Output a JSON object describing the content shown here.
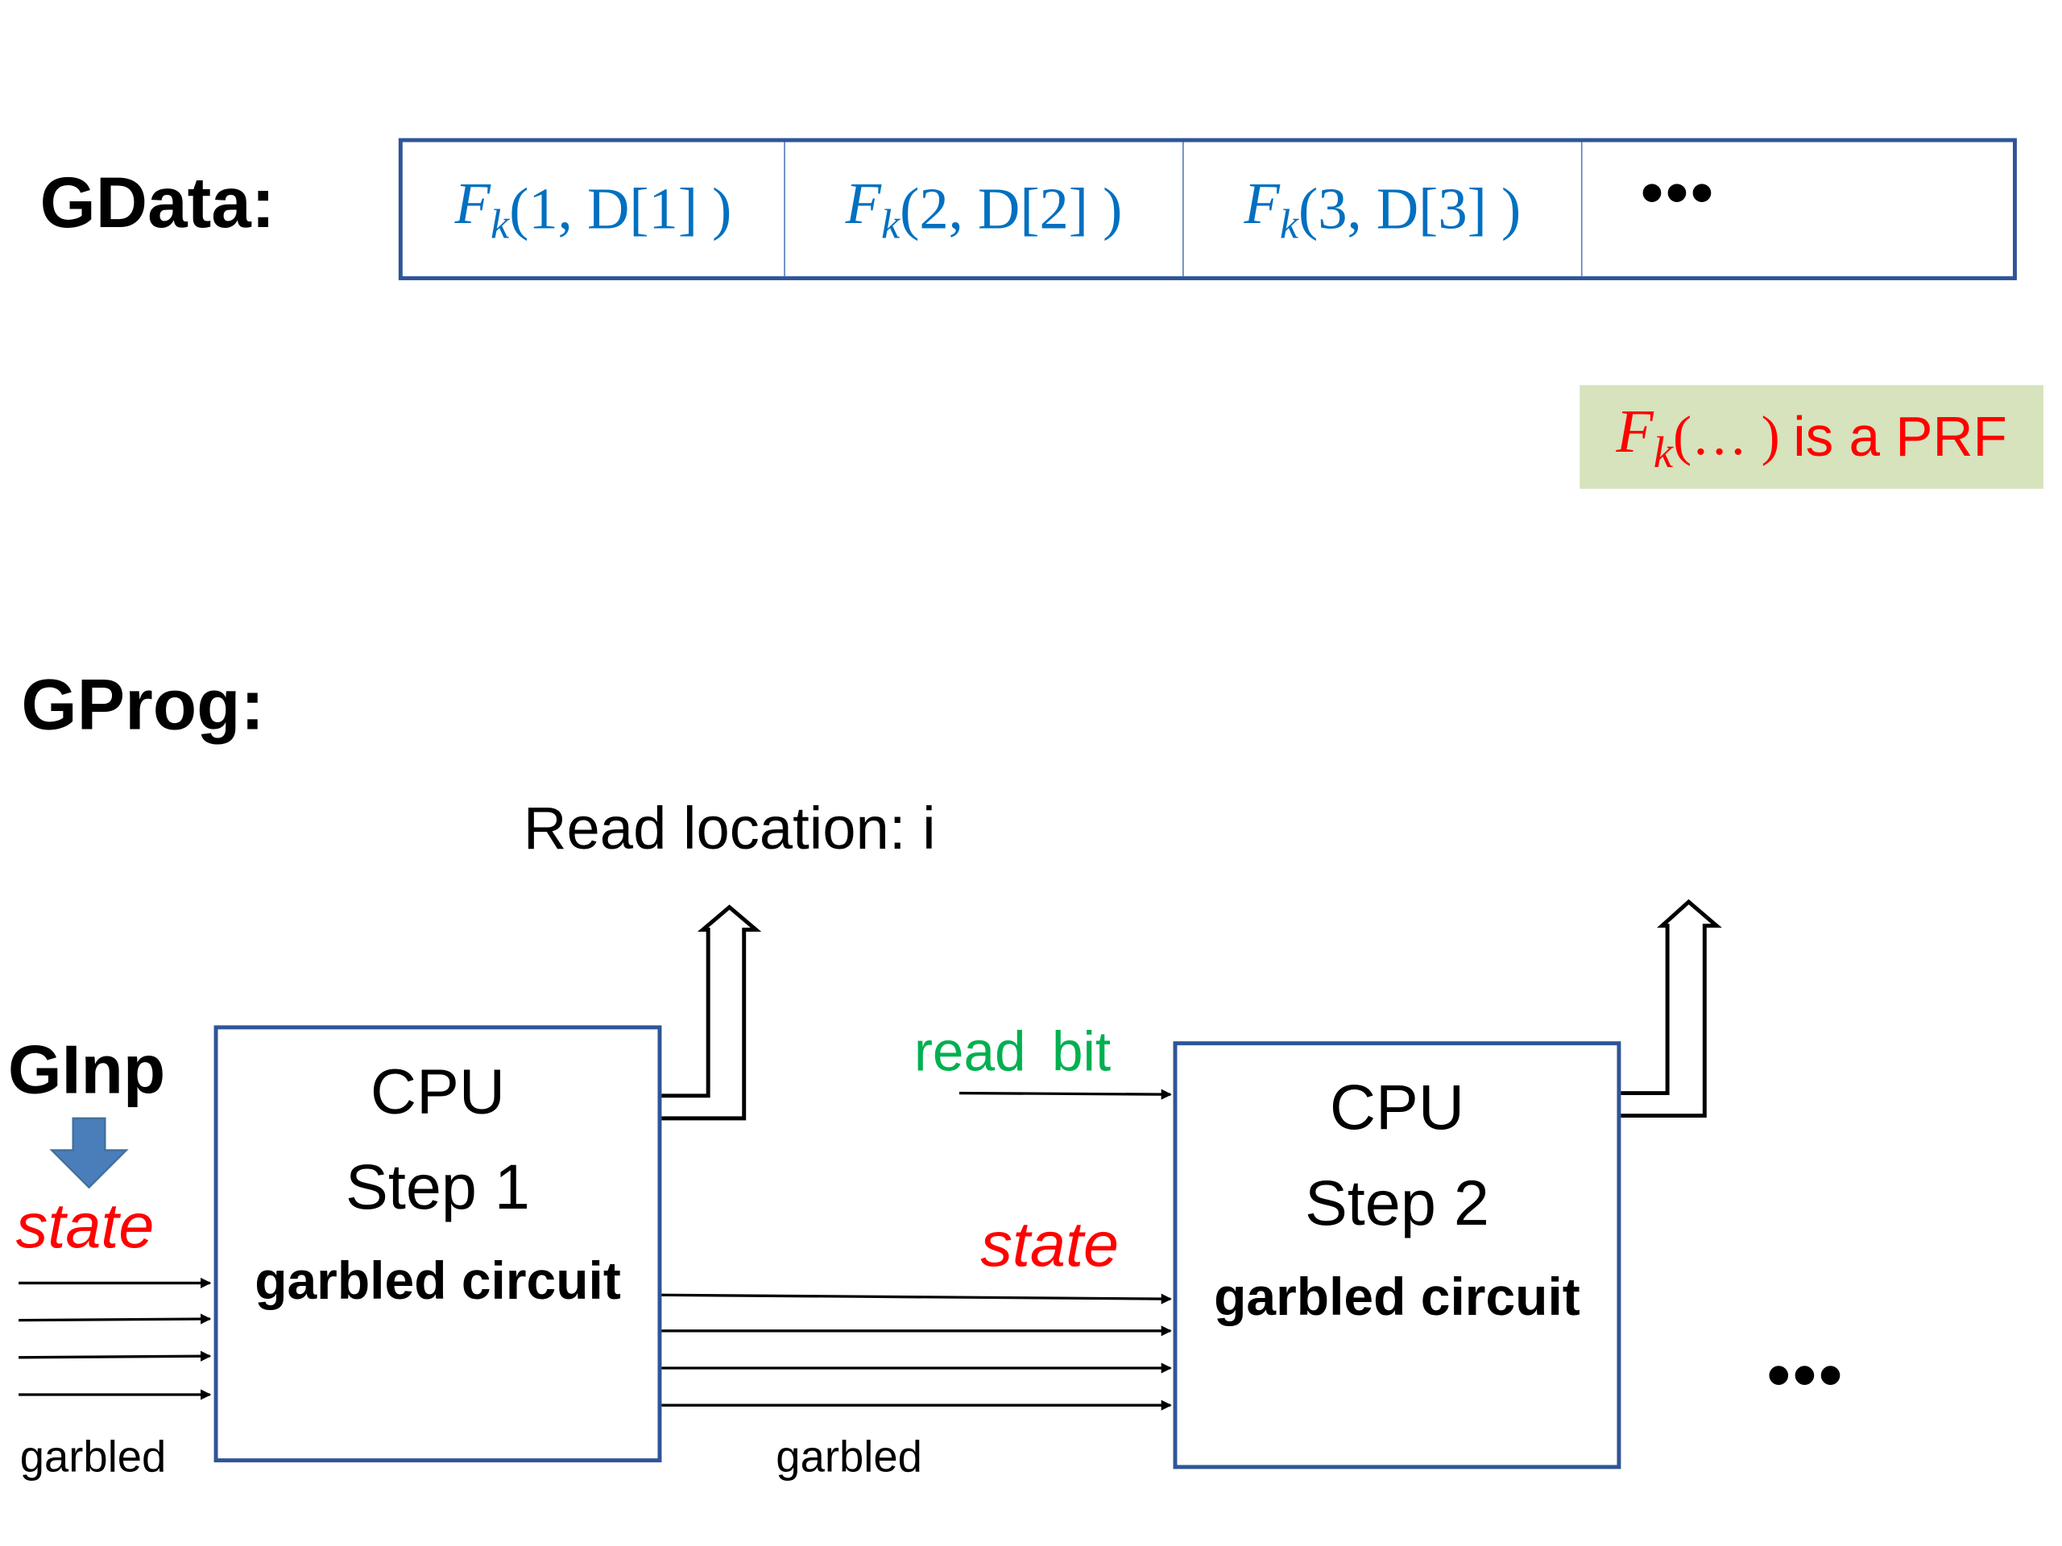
{
  "gdata": {
    "label": "GData:",
    "cells": [
      {
        "func": "F",
        "sub": "k",
        "args": "(1, D[1] )"
      },
      {
        "func": "F",
        "sub": "k",
        "args": "(2, D[2] )"
      },
      {
        "func": "F",
        "sub": "k",
        "args": "(3, D[3] )"
      }
    ],
    "ellipsis": "•••"
  },
  "note": {
    "func": "F",
    "sub": "k",
    "args": "(… )",
    "text": "is a PRF",
    "background_color": "#D6E3BC",
    "text_color": "#FF0000"
  },
  "gprog": {
    "label": "GProg:",
    "read_location": "Read location: i",
    "ginp_label": "GInp",
    "steps": [
      {
        "title": "CPU",
        "step": "Step 1",
        "subtitle": "garbled circuit"
      },
      {
        "title": "CPU",
        "step": "Step 2",
        "subtitle": "garbled circuit"
      }
    ],
    "state_labels": [
      "state",
      "state"
    ],
    "read_bit": "read  bit",
    "garbled_labels": [
      "garbled",
      "garbled"
    ],
    "trailing_ellipsis": "•••"
  },
  "colors": {
    "box_border": "#2F5597",
    "cell_text": "#0070C0",
    "state": "#FF0000",
    "read_bit": "#00B050",
    "ginp_arrow": "#4A7EBB"
  }
}
